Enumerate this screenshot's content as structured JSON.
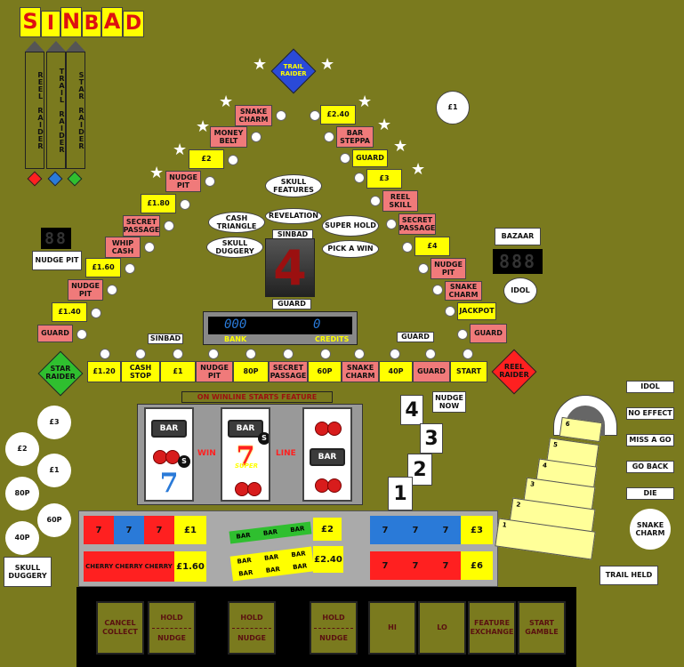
{
  "title_letters": [
    "S",
    "I",
    "N",
    "B",
    "A",
    "D"
  ],
  "raiders": [
    "REEL RAIDER",
    "TRAIL RAIDER",
    "STAR RAIDER"
  ],
  "colors": {
    "bg": "#7a7a1e",
    "pink": "#f07a7a",
    "yellow": "#ffff00",
    "red": "#ff2020",
    "blue": "#2a7ad8",
    "green": "#2fbf2f",
    "title_red": "#dd1111"
  },
  "top_diamond": "TRAIL RAIDER",
  "left_path": [
    "GUARD",
    "£1.40",
    "NUDGE PIT",
    "£1.60",
    "WHIP CASH",
    "SECRET PASSAGE",
    "£1.80",
    "NUDGE PIT",
    "£2",
    "MONEY BELT",
    "SNAKE CHARM"
  ],
  "right_path": [
    "£2.40",
    "BAR STEPPA",
    "GUARD",
    "£3",
    "REEL SKILL",
    "SECRET PASSAGE",
    "£4",
    "NUDGE PIT",
    "SNAKE CHARM",
    "JACKPOT",
    "GUARD"
  ],
  "bottom_path": [
    "£1.20",
    "CASH STOP",
    "£1",
    "NUDGE PIT",
    "80P",
    "SECRET PASSAGE",
    "60P",
    "SNAKE CHARM",
    "40P",
    "GUARD",
    "START"
  ],
  "star_raider_diamond": "STAR RAIDER",
  "reel_raider_diamond": "REEL RAIDER",
  "small_labels": {
    "sinbad_left": "SINBAD",
    "guard_right": "GUARD",
    "sinbad_center": "SINBAD",
    "guard_center": "GUARD"
  },
  "ovals": [
    "SKULL FEATURES",
    "CASH TRIANGLE",
    "REVELATION",
    "SUPER HOLD",
    "SKULL DUGGERY",
    "PICK A WIN"
  ],
  "center_number": "4",
  "bank_label": "BANK",
  "credits_label": "CREDITS",
  "bank_value": "000",
  "credits_value": "0",
  "nudge_pit_label": "NUDGE PIT",
  "nudge_pit_led": "88",
  "bazaar_label": "BAZAAR",
  "bazaar_led": "888",
  "idol_circle": "IDOL",
  "one_pound_circle": "£1",
  "winline_banner": "ON WINLINE STARTS FEATURE",
  "win_text": "WIN",
  "line_text": "LINE",
  "reel_symbols": {
    "bar": "BAR",
    "super": "SUPER",
    "s": "S"
  },
  "nudge_now": "NUDGE NOW",
  "nudge_numbers": [
    "4",
    "3",
    "2",
    "1"
  ],
  "left_circles": [
    "£3",
    "£2",
    "£1",
    "80P",
    "60P",
    "40P"
  ],
  "skull_duggery_label": "SKULL DUGGERY",
  "paytable": {
    "row1_left": [
      "7",
      "7",
      "7",
      "£1"
    ],
    "row2_left": [
      "CHERRY",
      "CHERRY",
      "CHERRY",
      "£1.60"
    ],
    "row1_right": [
      "7",
      "7",
      "7",
      "£3"
    ],
    "row2_right": [
      "7",
      "7",
      "7",
      "£6"
    ],
    "bar_row": [
      "BAR",
      "BAR",
      "BAR",
      "£2"
    ],
    "bar2_row": [
      "BAR",
      "BAR",
      "BAR",
      "BAR",
      "BAR",
      "BAR",
      "£2.40"
    ]
  },
  "right_labels": [
    "IDOL",
    "NO EFFECT",
    "MISS A GO",
    "GO BACK",
    "DIE"
  ],
  "snake_charm_circle": "SNAKE CHARM",
  "trail_held": "TRAIL HELD",
  "ladder_steps": [
    "1",
    "2",
    "3",
    "4",
    "5",
    "6"
  ],
  "buttons": [
    {
      "top": "CANCEL",
      "bottom": "COLLECT"
    },
    {
      "top": "HOLD",
      "bottom": "NUDGE"
    },
    {
      "top": "HOLD",
      "bottom": "NUDGE"
    },
    {
      "top": "HOLD",
      "bottom": "NUDGE"
    },
    {
      "top": "HI",
      "bottom": ""
    },
    {
      "top": "LO",
      "bottom": ""
    },
    {
      "top": "FEATURE",
      "bottom": "EXCHANGE"
    },
    {
      "top": "START",
      "bottom": "GAMBLE"
    }
  ]
}
